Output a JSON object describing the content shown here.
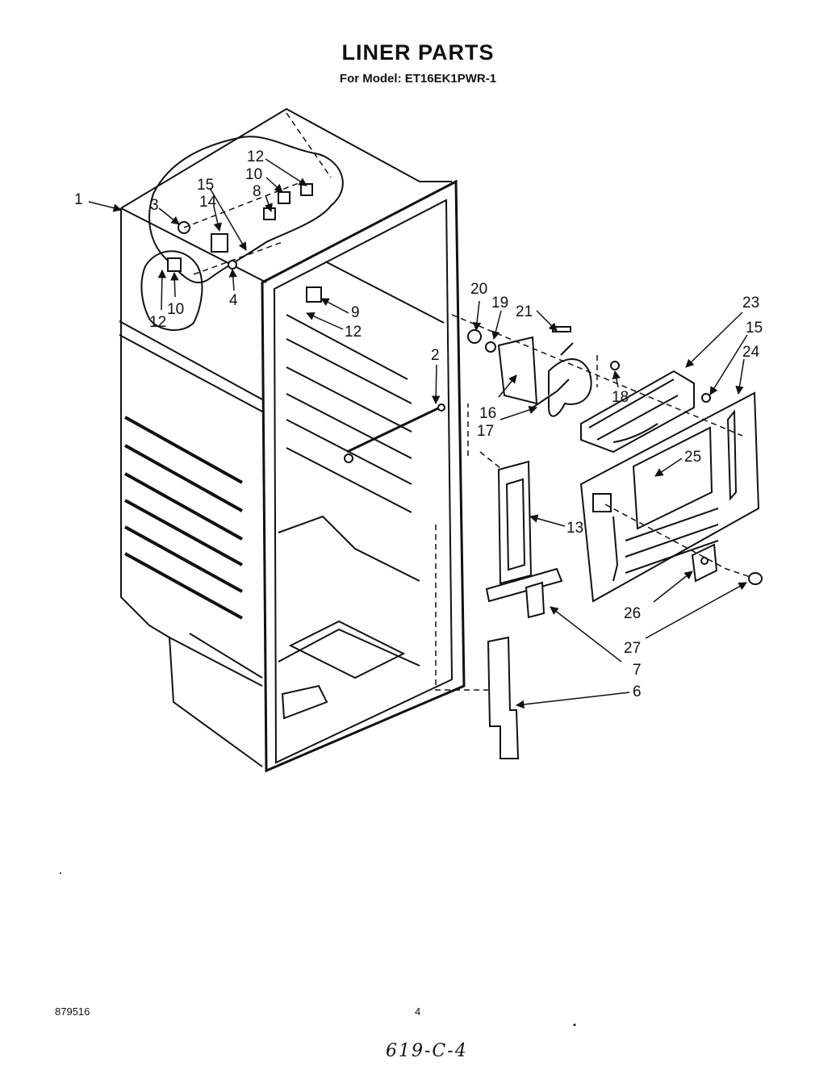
{
  "header": {
    "title": "LINER PARTS",
    "subtitle": "For Model: ET16EK1PWR-1"
  },
  "callouts": [
    {
      "id": "c1",
      "label": "1"
    },
    {
      "id": "c2",
      "label": "2"
    },
    {
      "id": "c3",
      "label": "3"
    },
    {
      "id": "c4",
      "label": "4"
    },
    {
      "id": "c6",
      "label": "6"
    },
    {
      "id": "c7",
      "label": "7"
    },
    {
      "id": "c8",
      "label": "8"
    },
    {
      "id": "c9",
      "label": "9"
    },
    {
      "id": "c10a",
      "label": "10"
    },
    {
      "id": "c10b",
      "label": "10"
    },
    {
      "id": "c12a",
      "label": "12"
    },
    {
      "id": "c12b",
      "label": "12"
    },
    {
      "id": "c12c",
      "label": "12"
    },
    {
      "id": "c13",
      "label": "13"
    },
    {
      "id": "c14",
      "label": "14"
    },
    {
      "id": "c15a",
      "label": "15"
    },
    {
      "id": "c15b",
      "label": "15"
    },
    {
      "id": "c16",
      "label": "16"
    },
    {
      "id": "c17",
      "label": "17"
    },
    {
      "id": "c18",
      "label": "18"
    },
    {
      "id": "c19",
      "label": "19"
    },
    {
      "id": "c20",
      "label": "20"
    },
    {
      "id": "c21",
      "label": "21"
    },
    {
      "id": "c23",
      "label": "23"
    },
    {
      "id": "c24",
      "label": "24"
    },
    {
      "id": "c25",
      "label": "25"
    },
    {
      "id": "c26",
      "label": "26"
    },
    {
      "id": "c27",
      "label": "27"
    }
  ],
  "footer": {
    "doc_number": "879516",
    "page_number": "4",
    "handwritten_note": "619-C-4"
  }
}
